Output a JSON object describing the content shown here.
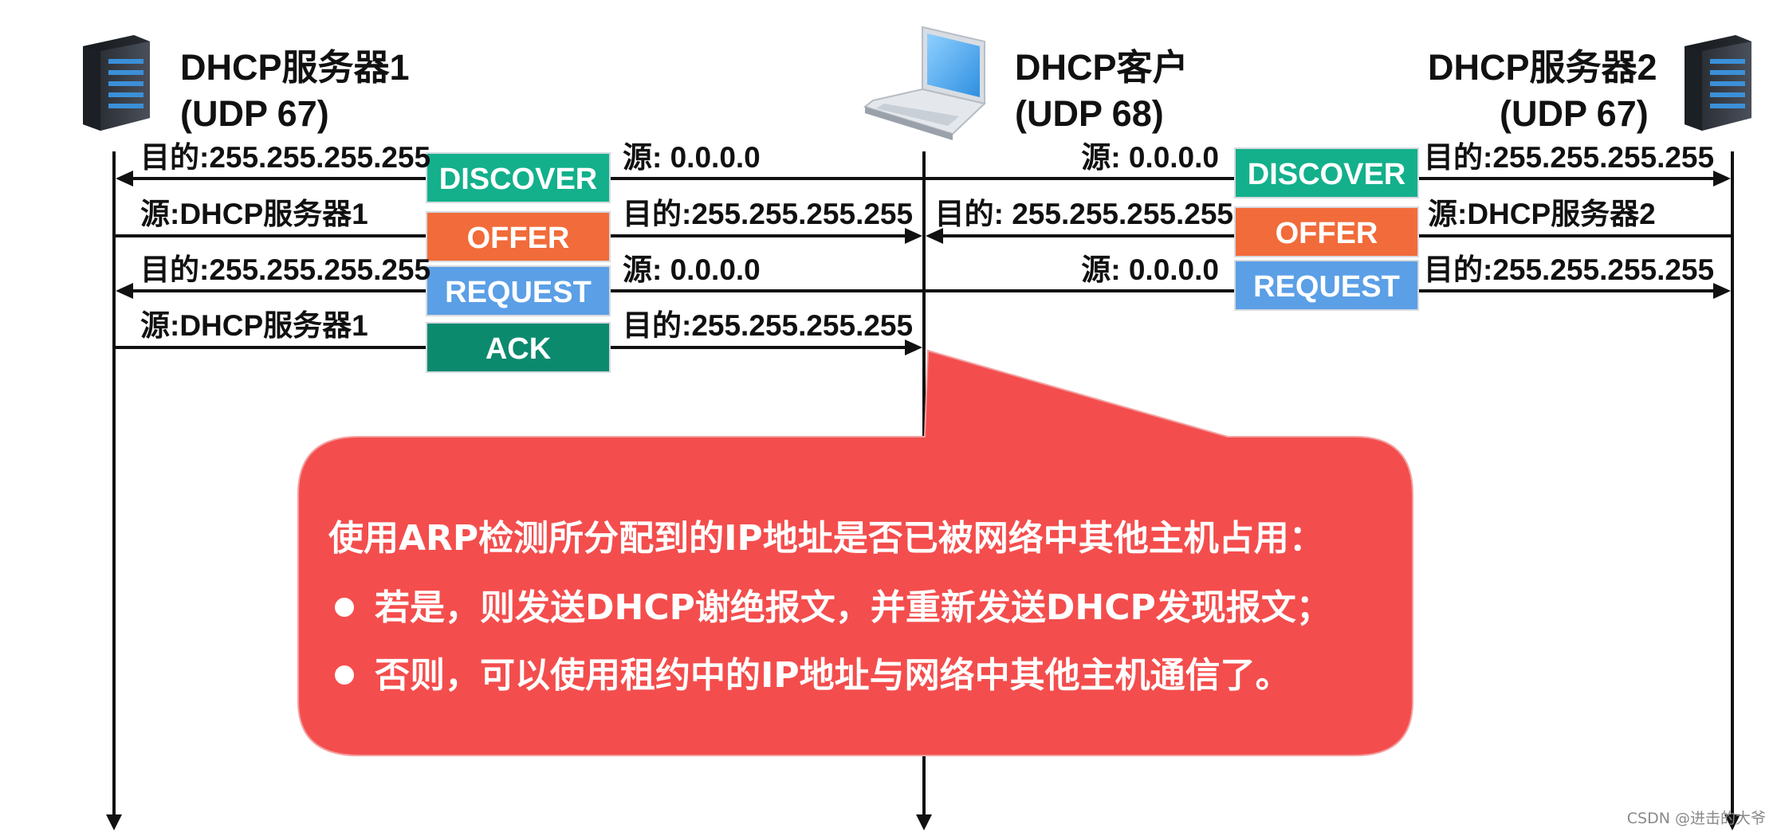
{
  "nodes": {
    "server1": {
      "name": "DHCP服务器1",
      "port": "(UDP 67)",
      "icon": "server-icon"
    },
    "client": {
      "name": "DHCP客户",
      "port": "(UDP 68)",
      "icon": "laptop-icon"
    },
    "server2": {
      "name": "DHCP服务器2",
      "port": "(UDP 67)",
      "icon": "server-icon"
    }
  },
  "messages_left": [
    {
      "label": "DISCOVER",
      "color": "#13b08b",
      "direction": "client-to-server1",
      "left_text": "目的:255.255.255.255",
      "right_text": "源: 0.0.0.0"
    },
    {
      "label": "OFFER",
      "color": "#f26b3a",
      "direction": "server1-to-client",
      "left_text": "源:DHCP服务器1",
      "right_text": "目的:255.255.255.255"
    },
    {
      "label": "REQUEST",
      "color": "#5b9fe6",
      "direction": "client-to-server1",
      "left_text": "目的:255.255.255.255",
      "right_text": "源: 0.0.0.0"
    },
    {
      "label": "ACK",
      "color": "#0c8a6e",
      "direction": "server1-to-client",
      "left_text": "源:DHCP服务器1",
      "right_text": "目的:255.255.255.255"
    }
  ],
  "messages_right": [
    {
      "label": "DISCOVER",
      "color": "#13b08b",
      "direction": "client-to-server2",
      "left_text": "源: 0.0.0.0",
      "right_text": "目的:255.255.255.255"
    },
    {
      "label": "OFFER",
      "color": "#f26b3a",
      "direction": "server2-to-client",
      "left_text": "目的: 255.255.255.255",
      "right_text": "源:DHCP服务器2"
    },
    {
      "label": "REQUEST",
      "color": "#5b9fe6",
      "direction": "client-to-server2",
      "left_text": "源: 0.0.0.0",
      "right_text": "目的:255.255.255.255"
    }
  ],
  "callout": {
    "color": "#f44d4d",
    "line1": "使用ARP检测所分配到的IP地址是否已被网络中其他主机占用：",
    "bullet1": "若是，则发送DHCP谢绝报文，并重新发送DHCP发现报文；",
    "bullet2": "否则，可以使用租约中的IP地址与网络中其他主机通信了。"
  },
  "watermark": "CSDN @进击的大爷"
}
